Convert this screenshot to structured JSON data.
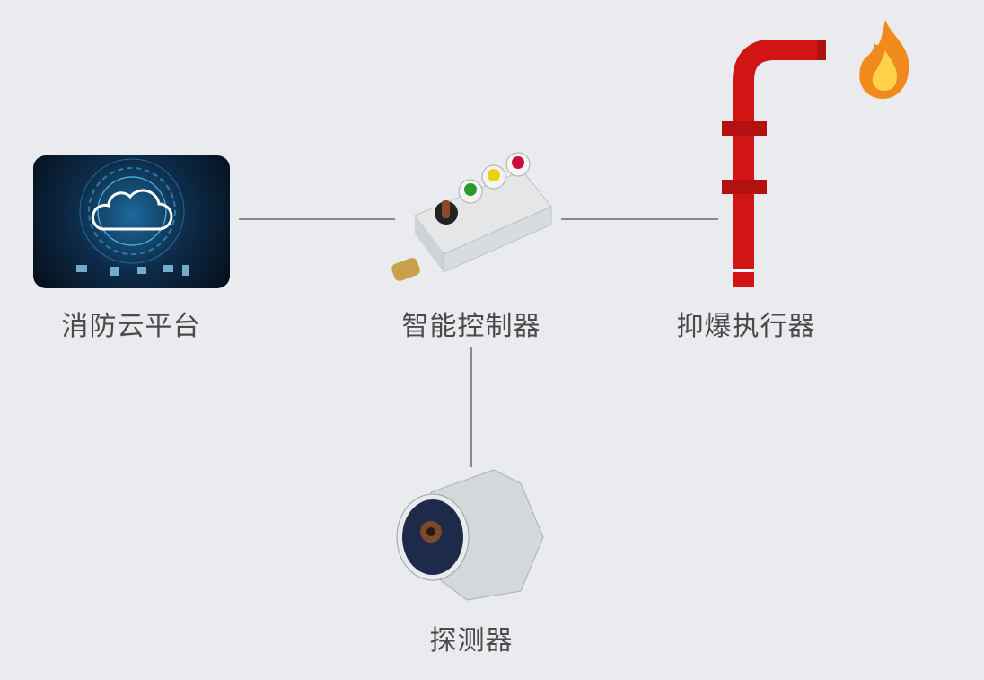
{
  "nodes": {
    "cloud_platform": {
      "label": "消防云平台"
    },
    "controller": {
      "label": "智能控制器"
    },
    "actuator": {
      "label": "抑爆执行器"
    },
    "detector": {
      "label": "探测器"
    }
  },
  "colors": {
    "background": "#e9ebee",
    "connector": "#8a8a8a",
    "text": "#4a4a4a",
    "pipe": "#d11515"
  }
}
